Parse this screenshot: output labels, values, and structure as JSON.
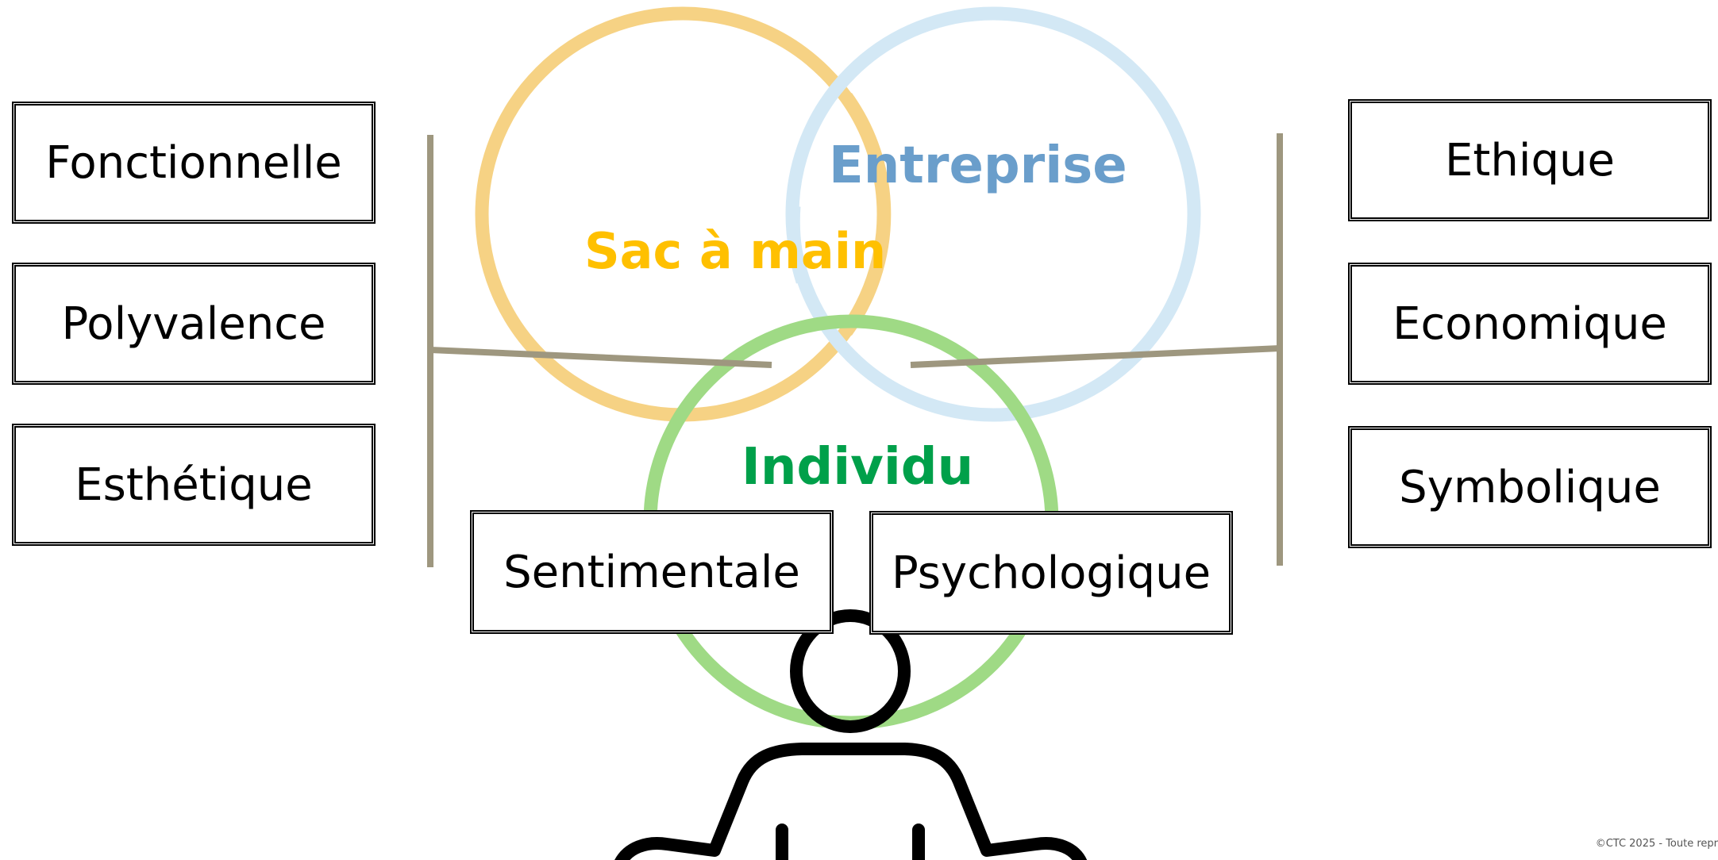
{
  "circles": {
    "bag": {
      "title": "Sac à main",
      "color": "#FFC000",
      "ring_color": "#F6D284"
    },
    "company": {
      "title": "Entreprise",
      "color": "#6A9ECB",
      "ring_color": "#D3E8F5"
    },
    "individual": {
      "title": "Individu",
      "color": "#00A04A",
      "ring_color": "#9FDA85"
    }
  },
  "left_values": [
    "Fonctionnelle",
    "Polyvalence",
    "Esthétique"
  ],
  "right_values": [
    "Ethique",
    "Economique",
    "Symbolique"
  ],
  "bottom_values": [
    "Sentimentale",
    "Psychologique"
  ],
  "connector_color": "#9E977F",
  "person_icon": "person-icon",
  "copyright": "©CTC 2025 - Toute repr"
}
